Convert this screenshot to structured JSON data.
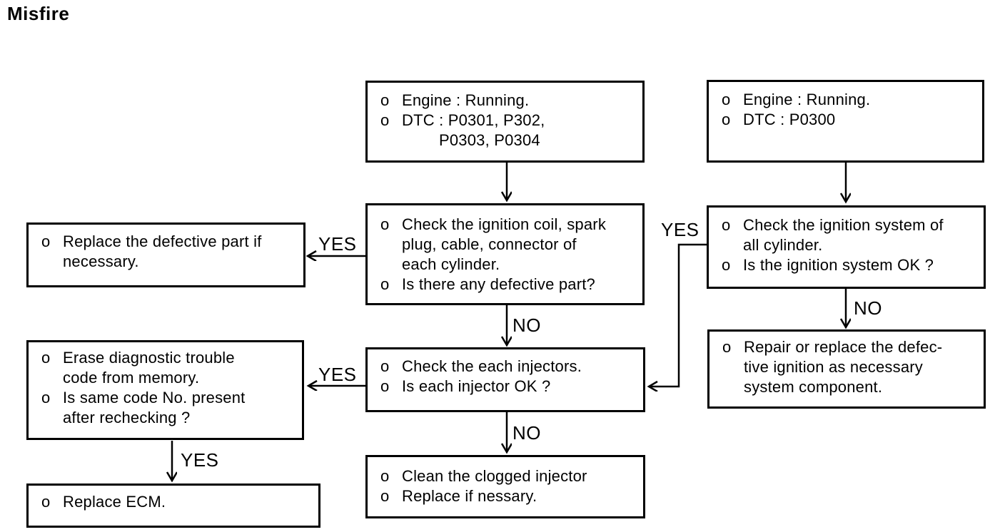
{
  "title": "Misfire",
  "colors": {
    "ink": "#000000",
    "paper": "#ffffff"
  },
  "boxes": {
    "dtc_multi": {
      "items": [
        {
          "bullet": "o",
          "text": "Engine : Running."
        },
        {
          "bullet": "o",
          "text": "DTC : P0301, P302,"
        },
        {
          "text": "P0303, P0304"
        }
      ]
    },
    "dtc_p0300": {
      "items": [
        {
          "bullet": "o",
          "text": "Engine : Running."
        },
        {
          "bullet": "o",
          "text": "DTC : P0300"
        }
      ]
    },
    "check_ignition_parts": {
      "items": [
        {
          "bullet": "o",
          "text": "Check the ignition coil, spark\nplug, cable, connector of\neach cylinder."
        },
        {
          "bullet": "o",
          "text": "Is there any defective part?"
        }
      ]
    },
    "check_ignition_system": {
      "items": [
        {
          "bullet": "o",
          "text": "Check the ignition system of\nall cylinder."
        },
        {
          "bullet": "o",
          "text": "Is the ignition system OK ?"
        }
      ]
    },
    "replace_defective_part": {
      "items": [
        {
          "bullet": "o",
          "text": "Replace the defective part if\nnecessary."
        }
      ]
    },
    "check_injectors": {
      "items": [
        {
          "bullet": "o",
          "text": "Check the each injectors."
        },
        {
          "bullet": "o",
          "text": "Is each injector OK ?"
        }
      ]
    },
    "repair_ignition": {
      "items": [
        {
          "bullet": "o",
          "text": "Repair or replace the defec-\ntive ignition as necessary\nsystem component."
        }
      ]
    },
    "erase_code": {
      "items": [
        {
          "bullet": "o",
          "text": "Erase diagnostic trouble\ncode from memory."
        },
        {
          "bullet": "o",
          "text": "Is same code No. present\nafter rechecking ?"
        }
      ]
    },
    "replace_ecm": {
      "items": [
        {
          "bullet": "o",
          "text": "Replace ECM."
        }
      ]
    },
    "clean_injector": {
      "items": [
        {
          "bullet": "o",
          "text": "Clean the clogged injector"
        },
        {
          "bullet": "o",
          "text": "Replace if nessary."
        }
      ]
    }
  },
  "connectors": {
    "parts_yes": {
      "label": "YES"
    },
    "parts_no": {
      "label": "NO"
    },
    "system_yes": {
      "label": "YES"
    },
    "system_no": {
      "label": "NO"
    },
    "injectors_yes": {
      "label": "YES"
    },
    "injectors_no": {
      "label": "NO"
    },
    "recheck_yes": {
      "label": "YES"
    }
  }
}
